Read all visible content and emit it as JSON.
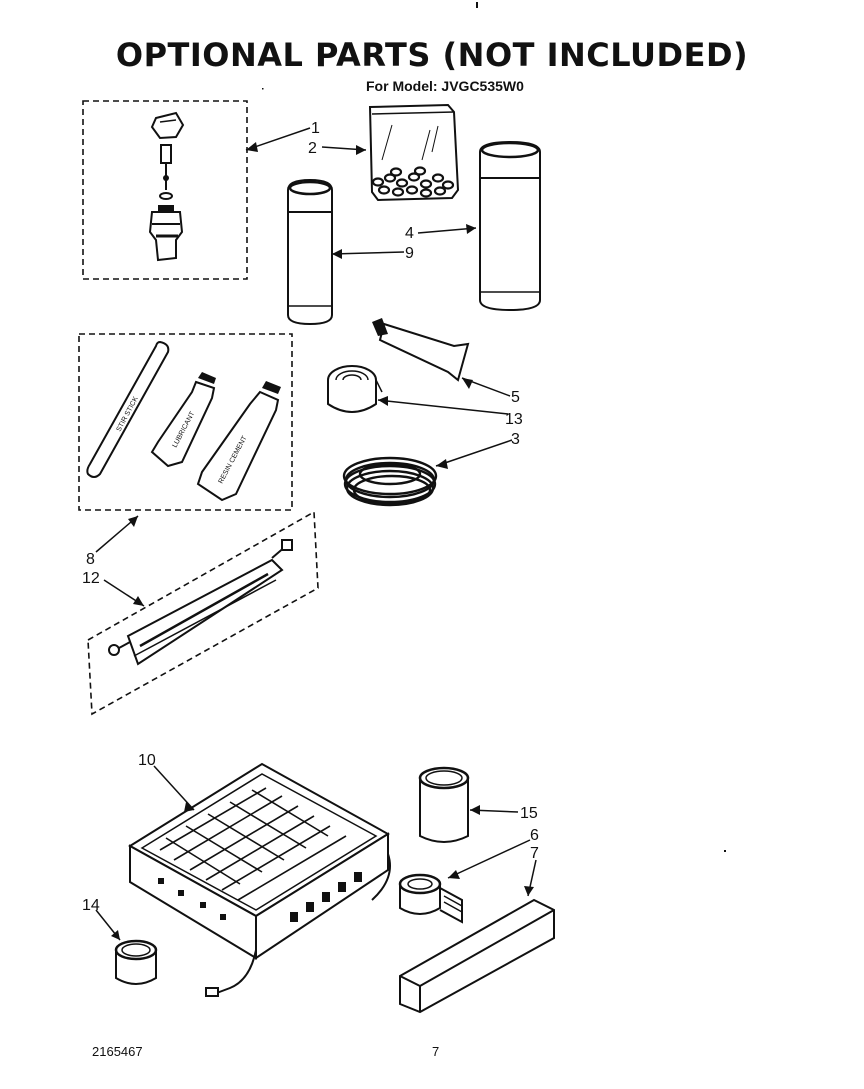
{
  "header": {
    "title": "OPTIONAL PARTS (NOT INCLUDED)",
    "model_line": "For Model: JVGC535W0"
  },
  "footer": {
    "document_number": "2165467",
    "page_number": "7"
  },
  "callouts": [
    "1",
    "2",
    "9",
    "4",
    "5",
    "13",
    "3",
    "8",
    "12",
    "10",
    "15",
    "6",
    "7",
    "14"
  ],
  "kit_labels": {
    "stir_stick": "STIR STICK",
    "lubricant_tube": "LUBRICANT",
    "cement_tube": "RESIN CEMENT"
  }
}
